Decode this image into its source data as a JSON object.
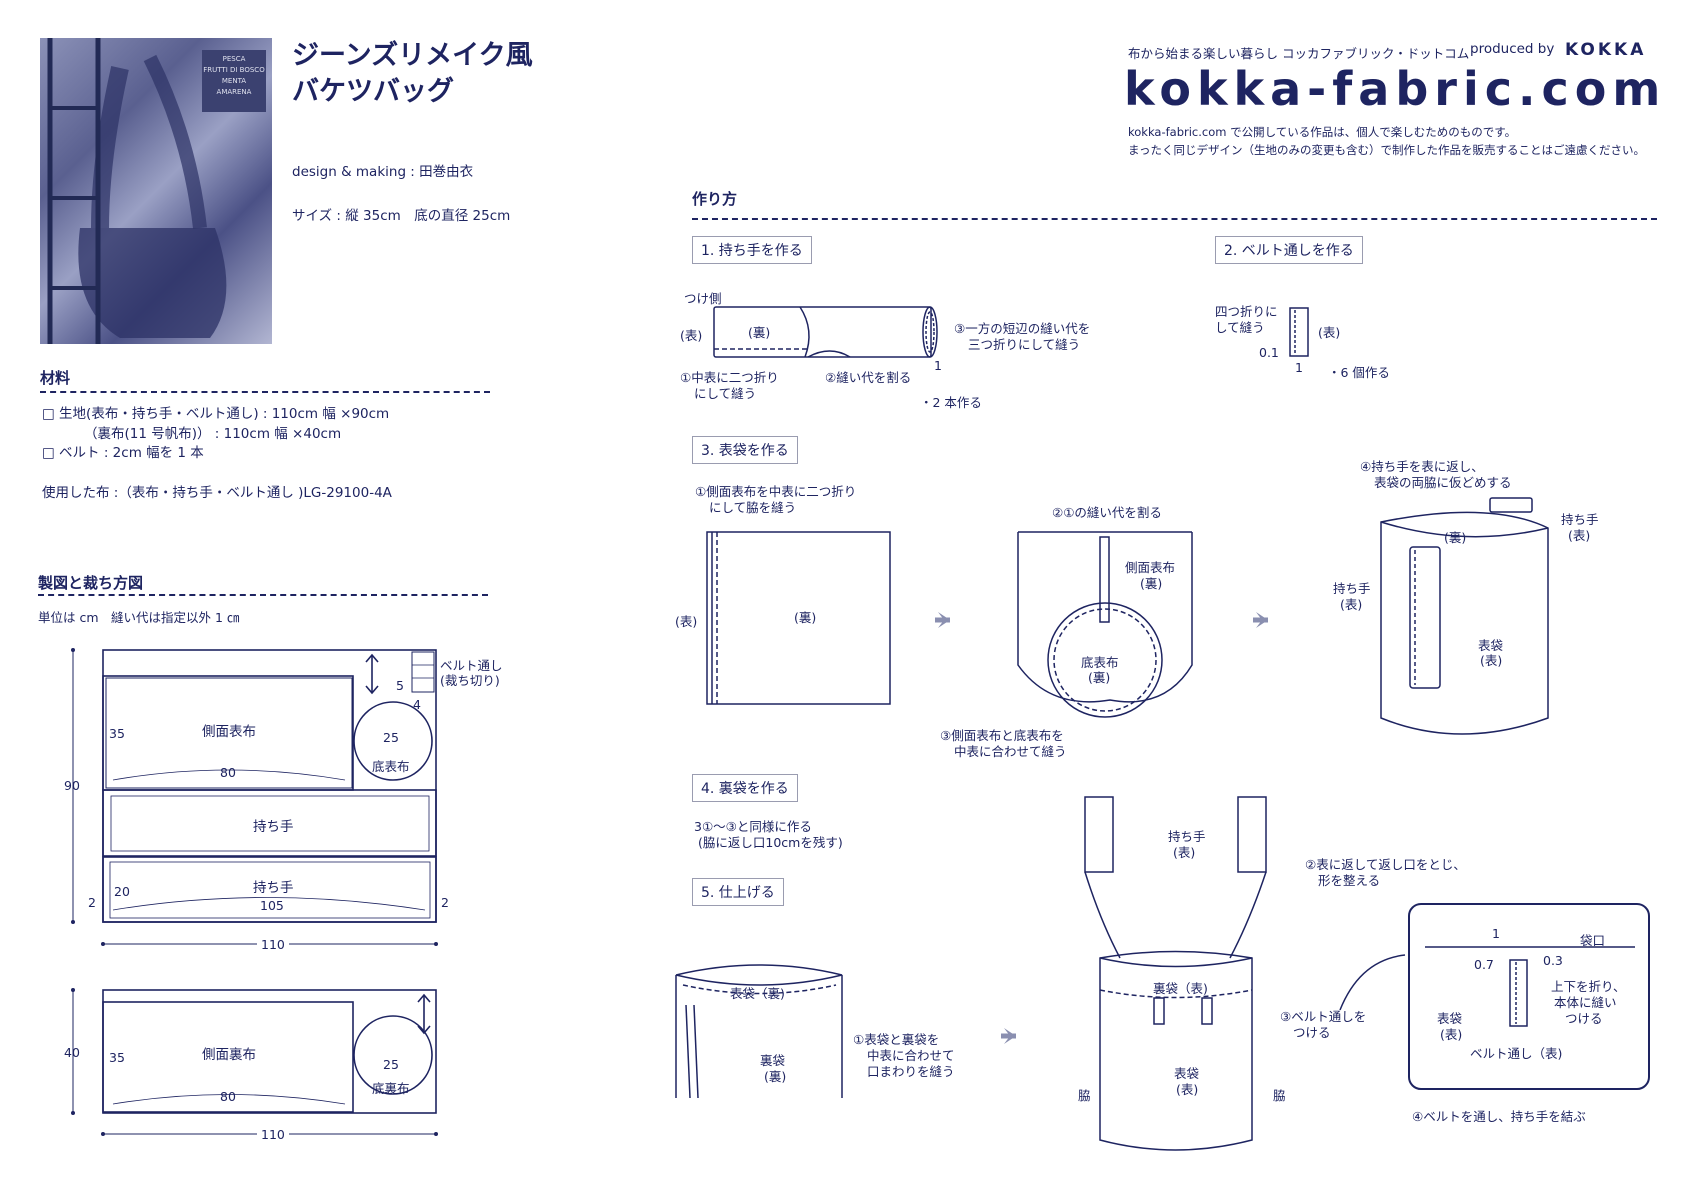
{
  "title_line1": "ジーンズリメイク風",
  "title_line2": "バケツバッグ",
  "design": "design & making : 田巻由衣",
  "size": "サイズ : 縦 35cm　底の直径 25cm",
  "photo_sign": [
    "PESCA",
    "FRUTTI DI BOSCO",
    "MENTA",
    "AMARENA"
  ],
  "brand": {
    "tagline": "布から始まる楽しい暮らし コッカファブリック・ドットコム",
    "produced_by": "produced by",
    "kokka": "KOKKA",
    "logo": "kokka-fabric.com",
    "notice1": "kokka-fabric.com で公開している作品は、個人で楽しむためのものです。",
    "notice2": "まったく同じデザイン（生地のみの変更も含む）で制作した作品を販売することはご遠慮ください。"
  },
  "materials": {
    "heading": "材料",
    "line1": "□ 生地(表布・持ち手・ベルト通し) : 110cm 幅 ×90cm",
    "line2": "（裏布(11 号帆布)） : 110cm 幅 ×40cm",
    "line3": "□ ベルト : 2cm 幅を 1 本",
    "used": "使用した布 :（表布・持ち手・ベルト通し )LG-29100-4A"
  },
  "pattern": {
    "heading": "製図と裁ち方図",
    "unit": "単位は cm　縫い代は指定以外 1 ㎝",
    "side_outer": "側面表布",
    "bottom_outer": "底表布",
    "handle": "持ち手",
    "belt_loop": "ベルト通し",
    "belt_loop_note": "(裁ち切り)",
    "side_lining": "側面裏布",
    "bottom_lining": "底裏布",
    "n35": "35",
    "n80": "80",
    "n25": "25",
    "n5": "5",
    "n4": "4",
    "n90": "90",
    "n20": "20",
    "n105": "105",
    "n2": "2",
    "n110": "110",
    "n40": "40"
  },
  "howto": {
    "heading": "作り方",
    "step1": "1. 持ち手を作る",
    "step2": "2. ベルト通しを作る",
    "step3": "3. 表袋を作る",
    "step4": "4. 裏袋を作る",
    "step5": "5. 仕上げる",
    "s1_attach": "つけ側",
    "s1_front": "(表)",
    "s1_back": "(裏)",
    "s1_a": "③一方の短辺の縫い代を",
    "s1_a2": "三つ折りにして縫う",
    "s1_b": "①中表に二つ折り",
    "s1_b2": "にして縫う",
    "s1_c": "②縫い代を割る",
    "s1_d": "・2 本作る",
    "s1_one": "1",
    "s2_a": "四つ折りに",
    "s2_a2": "して縫う",
    "s2_front": "(表)",
    "s2_01": "0.1",
    "s2_1": "1",
    "s2_b": "・6 個作る",
    "s3_a": "①側面表布を中表に二つ折り",
    "s3_a2": "にして脇を縫う",
    "s3_front": "(表)",
    "s3_back": "(裏)",
    "s3_b": "②①の縫い代を割る",
    "s3_side": "側面表布",
    "s3_side_back": "(裏)",
    "s3_bottom": "底表布",
    "s3_bottom_back": "(裏)",
    "s3_c": "③側面表布と底表布を",
    "s3_c2": "中表に合わせて縫う",
    "s3_d": "④持ち手を表に返し、",
    "s3_d2": "表袋の両脇に仮どめする",
    "s3_handle": "持ち手",
    "s3_handle_front": "(表)",
    "s3_handle2": "持ち手",
    "s3_handle2_front": "(表)",
    "s3_bag_back": "(裏)",
    "s3_bag": "表袋",
    "s3_bag_front": "(表)",
    "s4_a": "3①～③と同様に作る",
    "s4_a2": "(脇に返し口10cmを残す)",
    "s5_outer": "表袋（裏)",
    "s5_lining": "裏袋",
    "s5_lining_back": "(裏)",
    "s5_a": "①表袋と裏袋を",
    "s5_a2": "中表に合わせて",
    "s5_a3": "口まわりを縫う",
    "s5_handle": "持ち手",
    "s5_handle_front": "(表)",
    "s5_b": "②表に返して返し口をとじ、",
    "s5_b2": "形を整える",
    "s5_bag_back": "裏袋（表)",
    "s5_bag": "表袋",
    "s5_bag_front": "(表)",
    "s5_side_l": "脇",
    "s5_side_r": "脇",
    "s5_c": "③ベルト通しを",
    "s5_c2": "つける",
    "s5_mouth": "袋口",
    "s5_n1": "1",
    "s5_n07": "0.7",
    "s5_n03": "0.3",
    "s5_d": "上下を折り、",
    "s5_d2": "本体に縫い",
    "s5_d3": "つける",
    "s5_detail_bag": "表袋",
    "s5_detail_bag_front": "(表)",
    "s5_detail_loop": "ベルト通し（表)",
    "s5_e": "④ベルトを通し、持ち手を結ぶ"
  },
  "colors": {
    "ink": "#1e2461",
    "arrow": "#8a8fb0",
    "seam": "#1e2461"
  }
}
